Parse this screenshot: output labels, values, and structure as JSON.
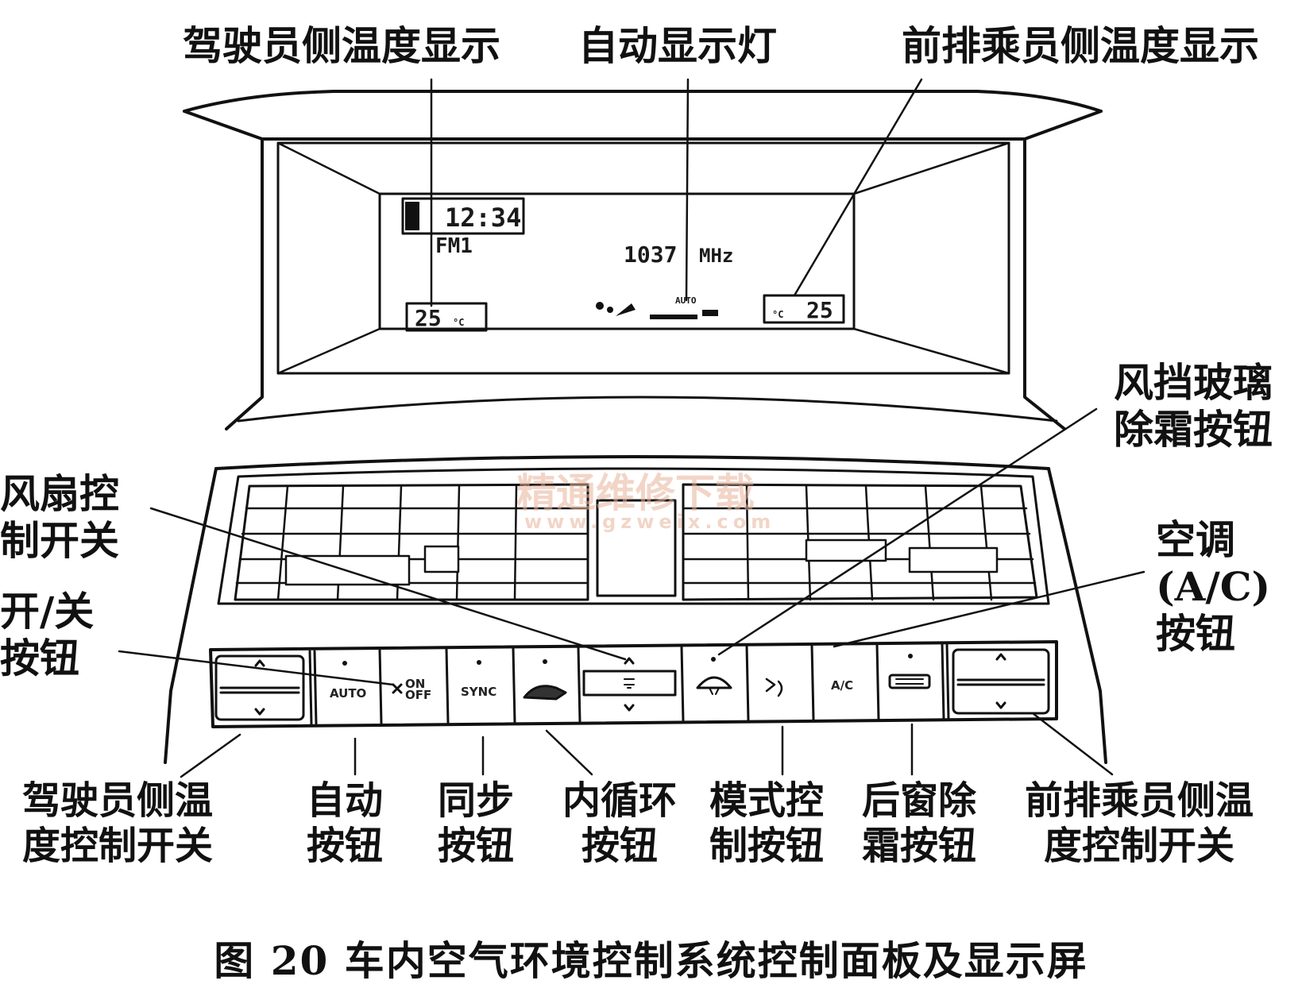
{
  "labels": {
    "driver_temp_display": "驾驶员侧温度显示",
    "auto_indicator": "自动显示灯",
    "passenger_temp_display": "前排乘员侧温度显示",
    "windshield_defrost": [
      "风挡玻璃",
      "除霜按钮"
    ],
    "fan_control": [
      "风扇控",
      "制开关"
    ],
    "ac_button": [
      "空调",
      "(A/C)",
      "按钮"
    ],
    "on_off": [
      "开/关",
      "按钮"
    ],
    "driver_temp_control": [
      "驾驶员侧温",
      "度控制开关"
    ],
    "auto_button": [
      "自动",
      "按钮"
    ],
    "sync_button": [
      "同步",
      "按钮"
    ],
    "recirc_button": [
      "内循环",
      "按钮"
    ],
    "mode_button": [
      "模式控",
      "制按钮"
    ],
    "rear_defrost": [
      "后窗除",
      "霜按钮"
    ],
    "passenger_temp_control": [
      "前排乘员侧温",
      "度控制开关"
    ]
  },
  "display": {
    "clock": "12:34",
    "band": "FM1",
    "frequency": "1037",
    "freq_unit": "MHz",
    "driver_temp": "25",
    "passenger_temp": "25",
    "temp_unit": "°C",
    "auto_tag": "AUTO"
  },
  "buttons": {
    "auto": "AUTO",
    "onoff_on": "ON",
    "onoff_off": "OFF",
    "sync": "SYNC",
    "ac": "A/C"
  },
  "watermark": {
    "line1": "精通维修下载",
    "line2": "www.gzweix.com"
  },
  "caption": "图 20   车内空气环境控制系统控制面板及显示屏"
}
